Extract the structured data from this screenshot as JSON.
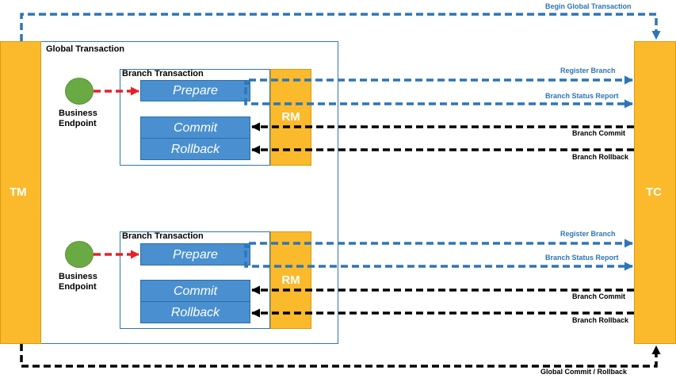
{
  "tm_label": "TM",
  "tc_label": "TC",
  "global_transaction_label": "Global Transaction",
  "begin_global_label": "Begin Global Transaction",
  "global_commit_label": "Global Commit / Rollback",
  "branches": [
    {
      "title": "Branch Transaction",
      "endpoint_label": "Business Endpoint",
      "prepare": "Prepare",
      "commit": "Commit",
      "rollback": "Rollback",
      "rm": "RM",
      "register": "Register Branch",
      "status_report": "Branch Status Report",
      "branch_commit": "Branch Commit",
      "branch_rollback": "Branch Rollback"
    },
    {
      "title": "Branch Transaction",
      "endpoint_label": "Business Endpoint",
      "prepare": "Prepare",
      "commit": "Commit",
      "rollback": "Rollback",
      "rm": "RM",
      "register": "Register Branch",
      "status_report": "Branch Status Report",
      "branch_commit": "Branch Commit",
      "branch_rollback": "Branch Rollback"
    }
  ],
  "colors": {
    "bar": "#FBBA2C",
    "step": "#4A90D0",
    "endpoint": "#6AAA44",
    "blue_arrow": "#2E75B6",
    "red_arrow": "#E8202A",
    "black_arrow": "#000000"
  }
}
